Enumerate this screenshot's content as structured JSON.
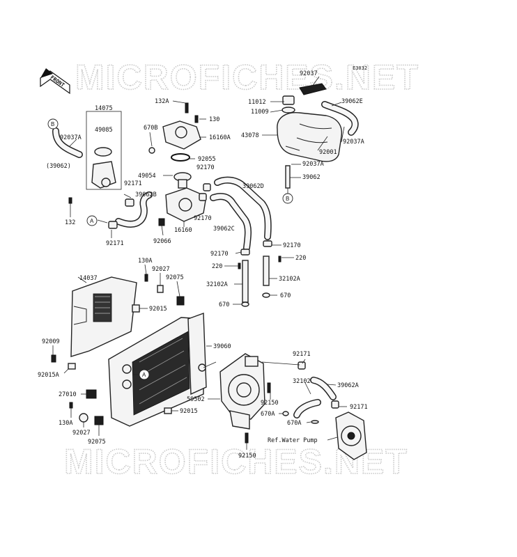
{
  "diagram_code": "E3032",
  "watermark_text": "MICROFICHES.NET",
  "front_label": "FRONT",
  "reference_circles": [
    "B",
    "A",
    "B",
    "A"
  ],
  "ref_note": "Ref.Water Pump",
  "labels": {
    "p92037_top": "92037",
    "p39062e": "39062E",
    "p11012": "11012",
    "p11009": "11009",
    "p43078": "43078",
    "p92001": "92001",
    "p92037a_r1": "92037A",
    "p92037a_r2": "92037A",
    "p39062_r": "39062",
    "p14075": "14075",
    "p49085": "49085",
    "p92037a_l": "92037A",
    "p39062_l": "(39062)",
    "p670b": "670B",
    "p132a": "132A",
    "p130": "130",
    "p16160a": "16160A",
    "p92055": "92055",
    "p49054": "49054",
    "p92170_a": "92170",
    "p92171_a": "92171",
    "p39062b": "39062B",
    "p39062d": "39062D",
    "p132": "132",
    "p92171_b": "92171",
    "p16160": "16160",
    "p92066": "92066",
    "p92170_b": "92170",
    "p39062c": "39062C",
    "p92170_c": "92170",
    "p92170_d": "92170",
    "p220_l": "220",
    "p220_r": "220",
    "p32102a_l": "32102A",
    "p32102a_r": "32102A",
    "p670_l": "670",
    "p670_r": "670",
    "p130a_top": "130A",
    "p92027_top": "92027",
    "p14037": "14037",
    "p92075_top": "92075",
    "p92015_top": "92015",
    "p39060": "39060",
    "p92009": "92009",
    "p92015a": "92015A",
    "p27010": "27010",
    "p130a_bot": "130A",
    "p92027_bot": "92027",
    "p92075_bot": "92075",
    "p92015_bot": "92015",
    "p59502": "59502",
    "p92150_r": "92150",
    "p92150_b": "92150",
    "p92171_c": "92171",
    "p32102": "32102",
    "p39062a": "39062A",
    "p92171_d": "92171",
    "p670a_1": "670A",
    "p670a_2": "670A"
  }
}
